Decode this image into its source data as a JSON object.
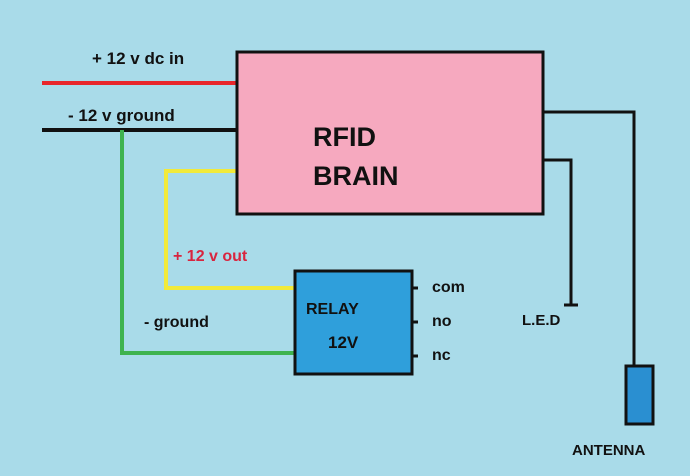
{
  "colors": {
    "background": "#a9dbe9",
    "brain_fill": "#f6a9bf",
    "relay_fill": "#2f9fdb",
    "antenna_fill": "#2a8fd1",
    "wire_power": "#e8262b",
    "wire_ground": "#111111",
    "wire_signal": "#f2ea3a",
    "wire_relay_ground": "#3fb34f",
    "label_red": "#d8253f"
  },
  "brain": {
    "line1": "RFID",
    "line2": "BRAIN"
  },
  "relay": {
    "line1": "RELAY",
    "line2": "12V"
  },
  "labels": {
    "power_in": "+ 12 v dc in",
    "ground_in": "- 12 v ground",
    "power_out": "+ 12 v out",
    "relay_ground": "- ground",
    "com": "com",
    "no": "no",
    "nc": "nc",
    "led": "L.E.D",
    "antenna": "ANTENNA"
  }
}
